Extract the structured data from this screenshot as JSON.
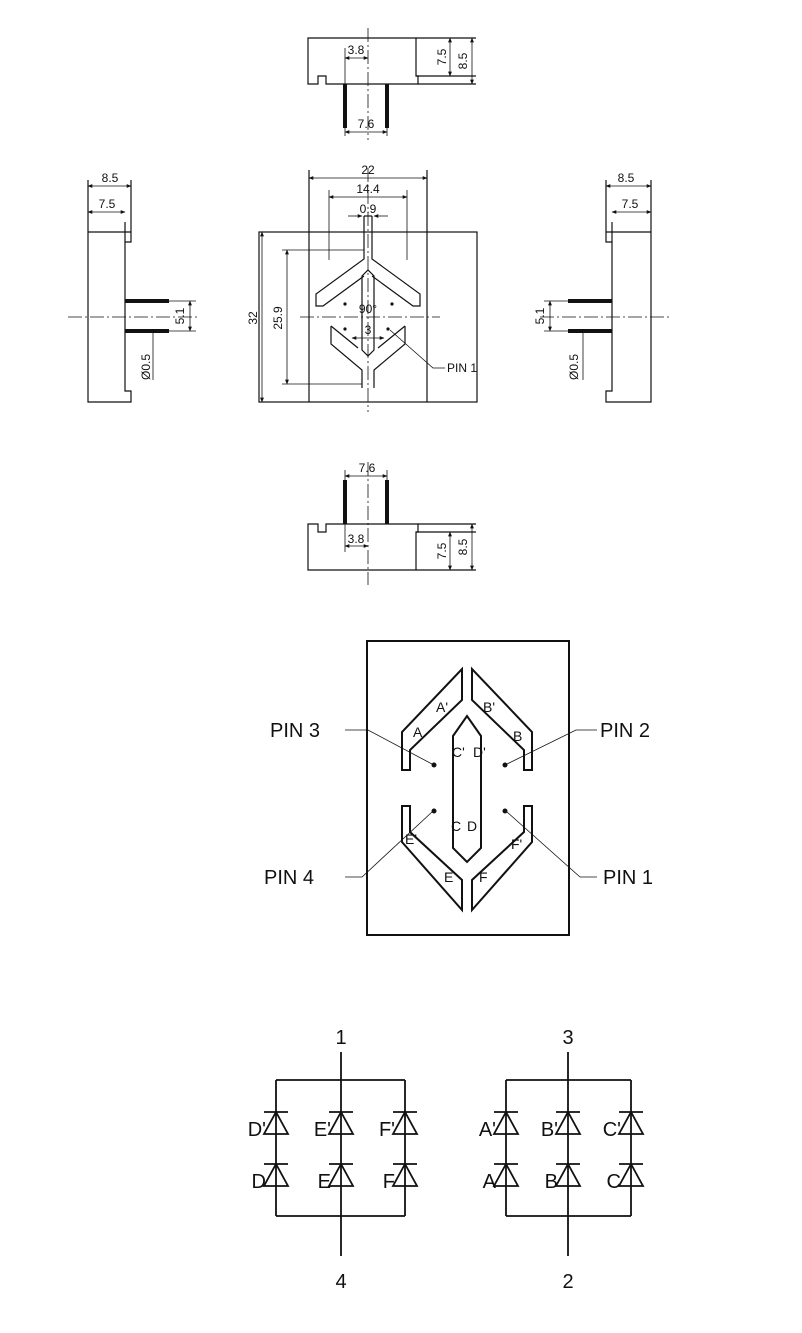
{
  "drawing": {
    "top_view": {
      "dims": {
        "d38": "3.8",
        "d76": "7.6",
        "d75": "7.5",
        "d85": "8.5"
      }
    },
    "left_view": {
      "dims": {
        "d85": "8.5",
        "d75": "7.5",
        "d51": "5.1",
        "d05": "Ø0.5"
      }
    },
    "right_view": {
      "dims": {
        "d85": "8.5",
        "d75": "7.5",
        "d51": "5.1",
        "d05": "Ø0.5"
      }
    },
    "front_view": {
      "dims": {
        "d22": "22",
        "d144": "14.4",
        "d09": "0.9",
        "d32": "32",
        "d259": "25.9",
        "angle": "90°",
        "d3": "3"
      },
      "pin_label": "PIN 1"
    },
    "bottom_view": {
      "dims": {
        "d76": "7.6",
        "d38": "3.8",
        "d75": "7.5",
        "d85": "8.5"
      }
    }
  },
  "pinout": {
    "pins": {
      "pin1": "PIN 1",
      "pin2": "PIN 2",
      "pin3": "PIN 3",
      "pin4": "PIN 4"
    },
    "segments": {
      "A": "A",
      "A_p": "A'",
      "B": "B",
      "B_p": "B'",
      "C": "C",
      "C_p": "C'",
      "D": "D",
      "D_p": "D'",
      "E": "E",
      "E_p": "E'",
      "F": "F",
      "F_p": "F'"
    }
  },
  "schematic": {
    "left": {
      "top_node": "1",
      "bottom_node": "4",
      "upper_row": [
        "D'",
        "E'",
        "F'"
      ],
      "lower_row": [
        "D",
        "E",
        "F"
      ]
    },
    "right": {
      "top_node": "3",
      "bottom_node": "2",
      "upper_row": [
        "A'",
        "B'",
        "C'"
      ],
      "lower_row": [
        "A",
        "B",
        "C"
      ]
    }
  }
}
